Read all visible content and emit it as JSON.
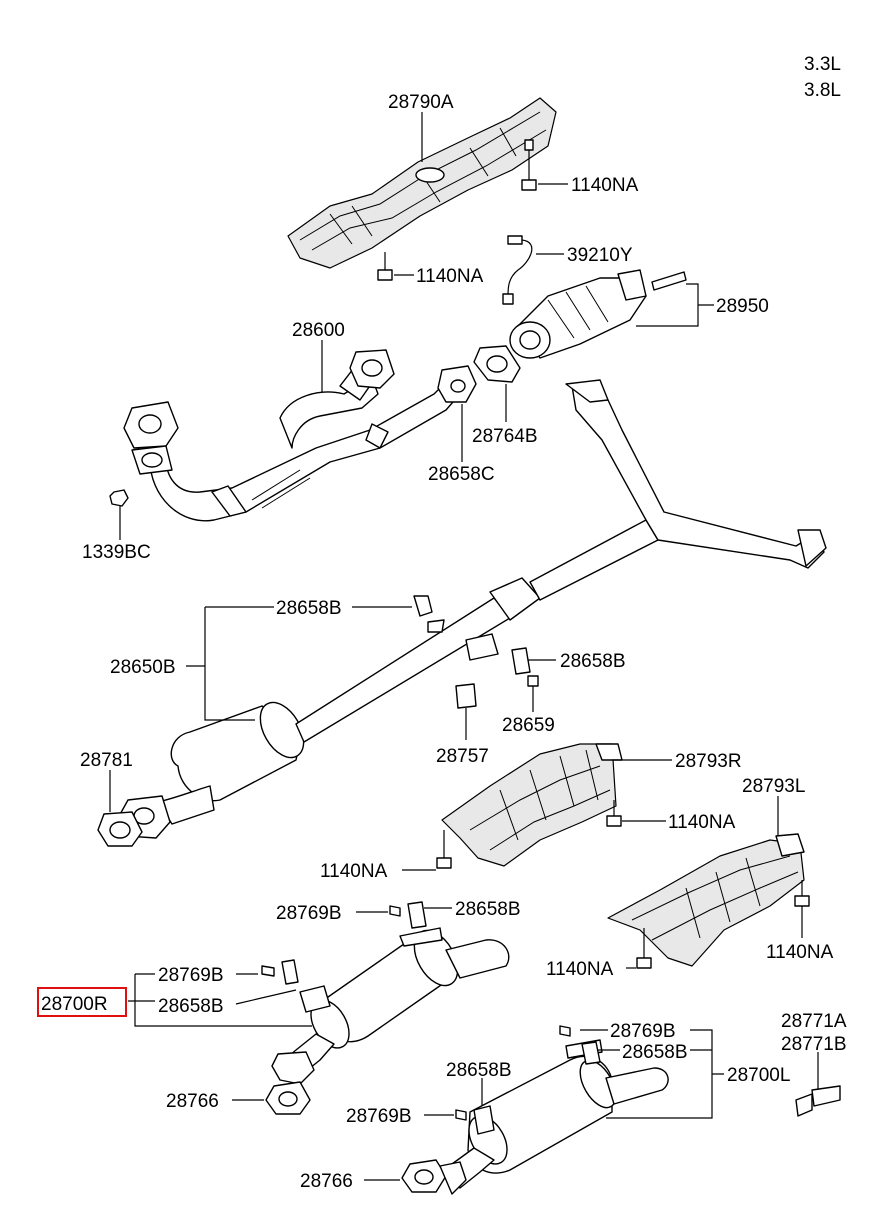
{
  "engine": [
    "3.3L",
    "3.8L"
  ],
  "labels": {
    "heat_protector_upper": "28790A",
    "bolt_a": "1140NA",
    "bolt_b": "1140NA",
    "oxygen_sensor": "39210Y",
    "catalytic_converter": "28950",
    "front_pipe": "28600",
    "gasket_764b": "28764B",
    "hanger_658c": "28658C",
    "nut": "1339BC",
    "hanger_top": "28658B",
    "center_pipe": "28650B",
    "hanger_right": "28658B",
    "bush": "28659",
    "gasket_781": "28781",
    "rubber_757": "28757",
    "heat_protector_r": "28793R",
    "bolt_r": "1140NA",
    "bolt_r_left": "1140NA",
    "heat_protector_l": "28793L",
    "bolt_l_right": "1140NA",
    "bolt_l_bottom": "1140NA",
    "stopper_r_top": "28769B",
    "hanger_r_top": "28658B",
    "stopper_r_mid": "28769B",
    "main_muffler_r": "28700R",
    "hanger_r_mid": "28658B",
    "gasket_r": "28766",
    "stopper_l_top": "28769B",
    "hanger_l_top": "28658B",
    "main_muffler_l": "28700L",
    "hanger_l_left": "28658B",
    "stopper_l_left": "28769B",
    "gasket_l": "28766",
    "clamp_a": "28771A",
    "clamp_b": "28771B"
  },
  "highlight_color": "#e01010"
}
